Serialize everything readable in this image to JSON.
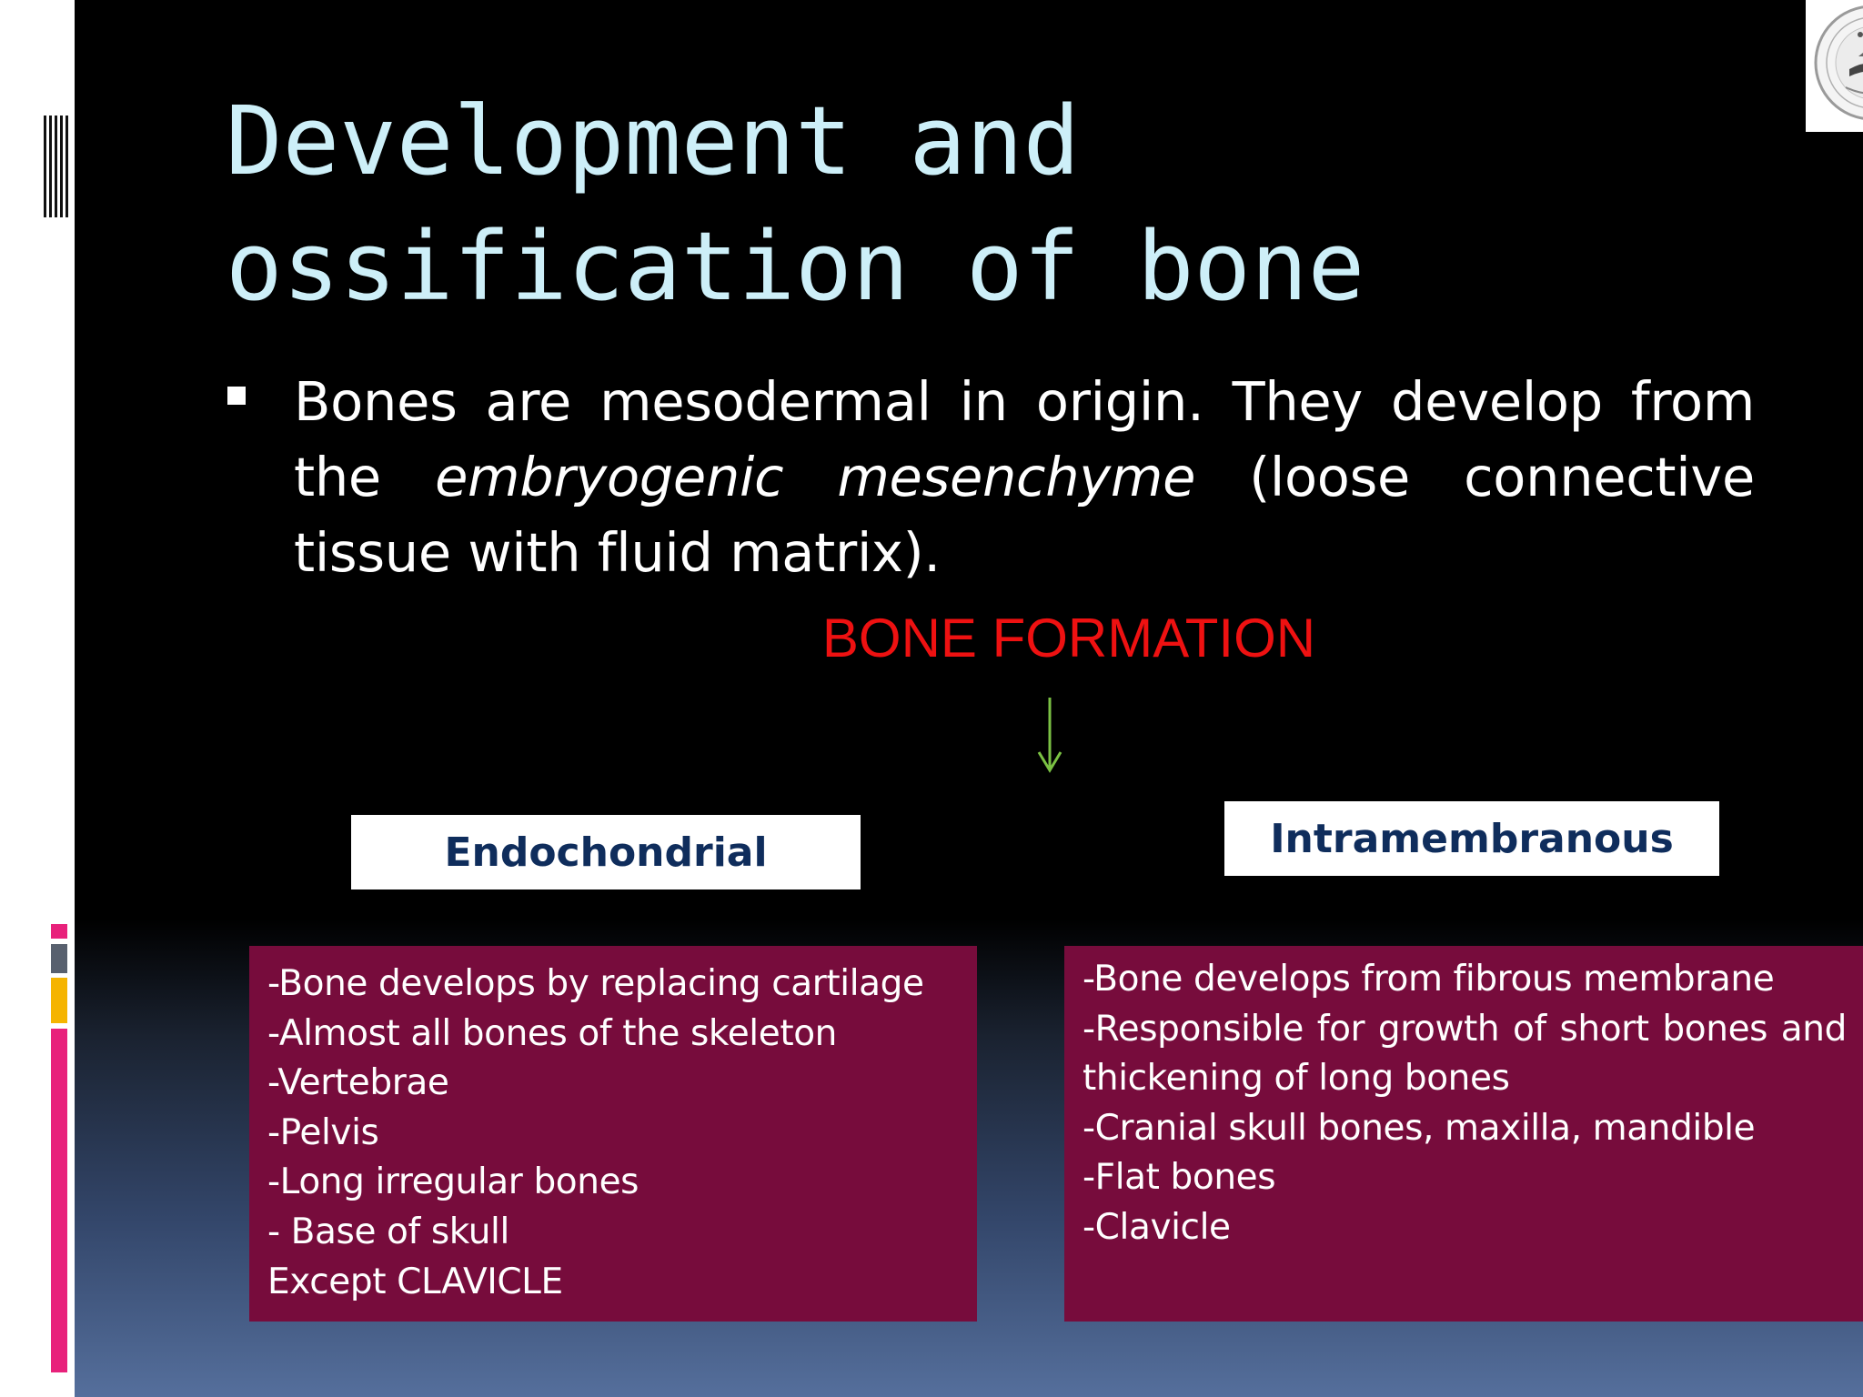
{
  "slide": {
    "title": "Development and ossification of bone",
    "bullet": {
      "part1": "Bones are mesodermal in origin. They develop from the",
      "emphasis": "embryogenic mesenchyme",
      "part2": "(loose connective tissue with fluid matrix)."
    },
    "bone_formation": "BONE FORMATION",
    "arrow_icon": "arrow-down-icon",
    "endochondrial": {
      "label": "Endochondrial",
      "lines": [
        "-Bone develops by replacing cartilage",
        "-Almost all bones of the skeleton",
        "-Vertebrae",
        "-Pelvis",
        "-Long irregular bones",
        "- Base of skull",
        "Except CLAVICLE"
      ]
    },
    "intramembranous": {
      "label": "Intramembranous",
      "lines": [
        "-Bone develops from fibrous membrane",
        "-Responsible for growth of short bones and",
        "thickening of long bones",
        "-Cranial skull bones, maxilla, mandible",
        "-Flat bones",
        "-Clavicle"
      ]
    }
  },
  "colors": {
    "title": "#cdeff8",
    "heading_red": "#ee1111",
    "arrow_green": "#7ac143",
    "box_text_navy": "#0f2d5c",
    "detail_maroon": "#770c3c",
    "accent_magenta": "#e8217b",
    "accent_slate": "#58606e",
    "accent_amber": "#f5b400"
  }
}
